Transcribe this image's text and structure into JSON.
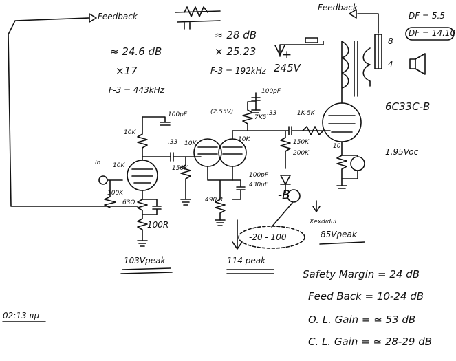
{
  "labels": {
    "feedback_left": "Feedback",
    "feedback_right": "Feedback",
    "stage1_gain_db": "≈ 24.6 dB",
    "stage1_gain_x": "×17",
    "stage1_f3": "F-3 = 443kHz",
    "stage2_gain_db": "≈ 28 dB",
    "stage2_gain_x": "× 25.23",
    "stage2_f3": "F-3 = 192kHz",
    "df_top": "DF = 5.5",
    "df_box": "DF = 14.10",
    "tap_8": "8",
    "tap_4": "4",
    "b_plus": "+",
    "b_plus_voltage": "245V",
    "tube_name": "6C33C-B",
    "cap_100pf_top": "100pF",
    "cap_100pf_left": "100pF",
    "cap_100pf_mid": "100pF",
    "r_10k_a": "10K",
    "r_10k_b": "10K",
    "r_10k_c": "10K",
    "r_10k_d": "10K",
    "r_100k": "100K",
    "r_63ohm": "63Ω",
    "r_100r": "100R",
    "r_150k": "150K",
    "r_150k_b": "150K",
    "r_200k": "200K",
    "r_1k5k": "1K-5K",
    "r_7k5": "7K5",
    "r_490r": "490\nR",
    "r_10": "10",
    "c_33_a": ".33",
    "c_33_b": ".33",
    "c_430uf": "430μF",
    "v_2_55": "(2.55V)",
    "v_bias": "1.95Voc",
    "neg_b": "-B",
    "neg_range": "-20 - 100",
    "v_103": "103Vpeak",
    "v_114": "114 peak",
    "v_85": "85Vpeak",
    "v_85_sub": "Xexdidul",
    "in_label": "In",
    "margin_line": "Safety Margin = 24 dB",
    "feedback_line": "Feed Back = 10-24 dB",
    "open_gain_line": "O. L. Gain = ≃ 53 dB",
    "closed_gain_line": "C. L. Gain = ≃ 28-29 dB",
    "time_stamp": "02:13 πμ"
  },
  "colors": {
    "ink": "#111111",
    "paper": "#ffffff"
  }
}
